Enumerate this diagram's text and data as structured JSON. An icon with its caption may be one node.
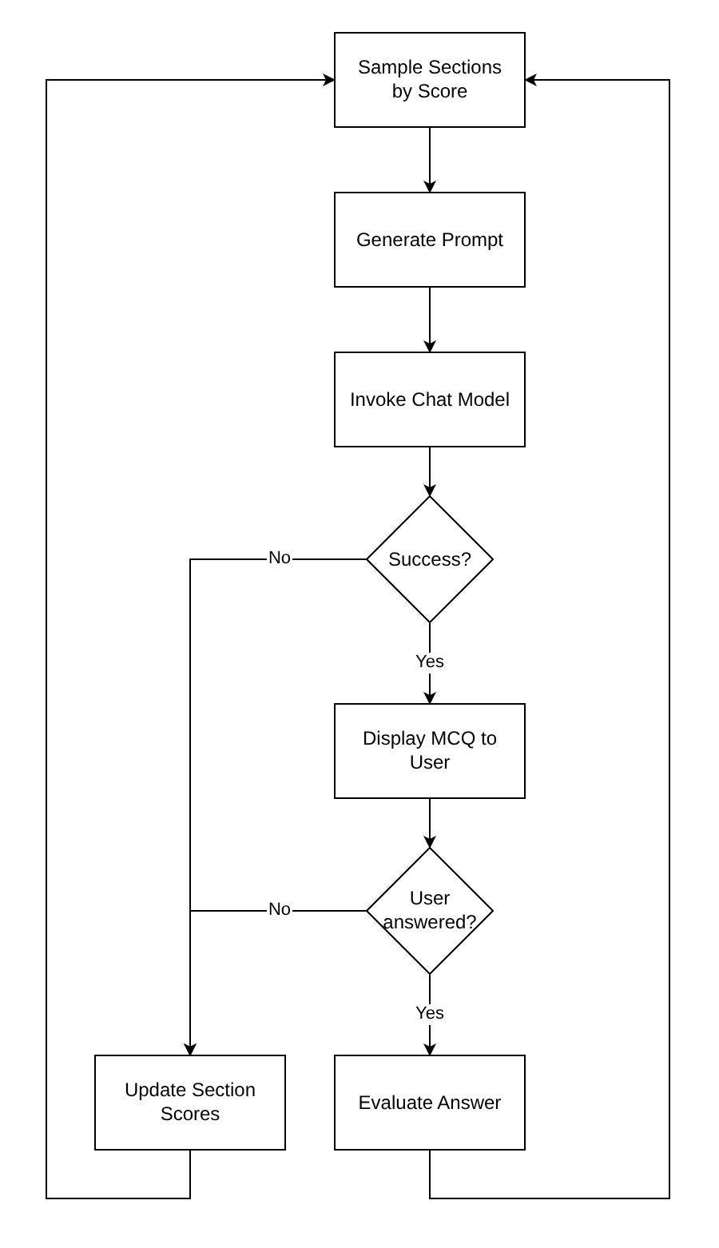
{
  "diagram": {
    "nodes": [
      {
        "text": [
          "Sample Sections by Score"
        ]
      },
      {
        "text": [
          "Generate Prompt"
        ]
      },
      {
        "text": [
          "Invoke Chat Model"
        ]
      },
      {
        "text": [
          "Success?"
        ]
      },
      {
        "text": [
          "Display MCQ to User"
        ]
      },
      {
        "text": [
          "User answered?"
        ]
      },
      {
        "text": [
          "Update Section Scores"
        ]
      },
      {
        "text": [
          "Evaluate Answer"
        ]
      }
    ],
    "edges": [
      {
        "from": 0,
        "to": 1,
        "arrow": "to"
      },
      {
        "from": 1,
        "to": 2,
        "arrow": "to"
      },
      {
        "from": 2,
        "to": 3,
        "arrow": "to"
      },
      {
        "from": 3,
        "to": 4,
        "arrow": "to",
        "label": "Yes"
      },
      {
        "from": 3,
        "to": 6,
        "arrow": "to",
        "label": "No"
      },
      {
        "from": 4,
        "to": 5,
        "arrow": "to"
      },
      {
        "from": 5,
        "to": 7,
        "arrow": "to",
        "label": "Yes"
      },
      {
        "from": 5,
        "to": 6,
        "arrow": "to",
        "label": "No"
      },
      {
        "from": 6,
        "to": 0,
        "arrow": "to"
      },
      {
        "from": 7,
        "to": 0,
        "arrow": "to"
      }
    ]
  }
}
